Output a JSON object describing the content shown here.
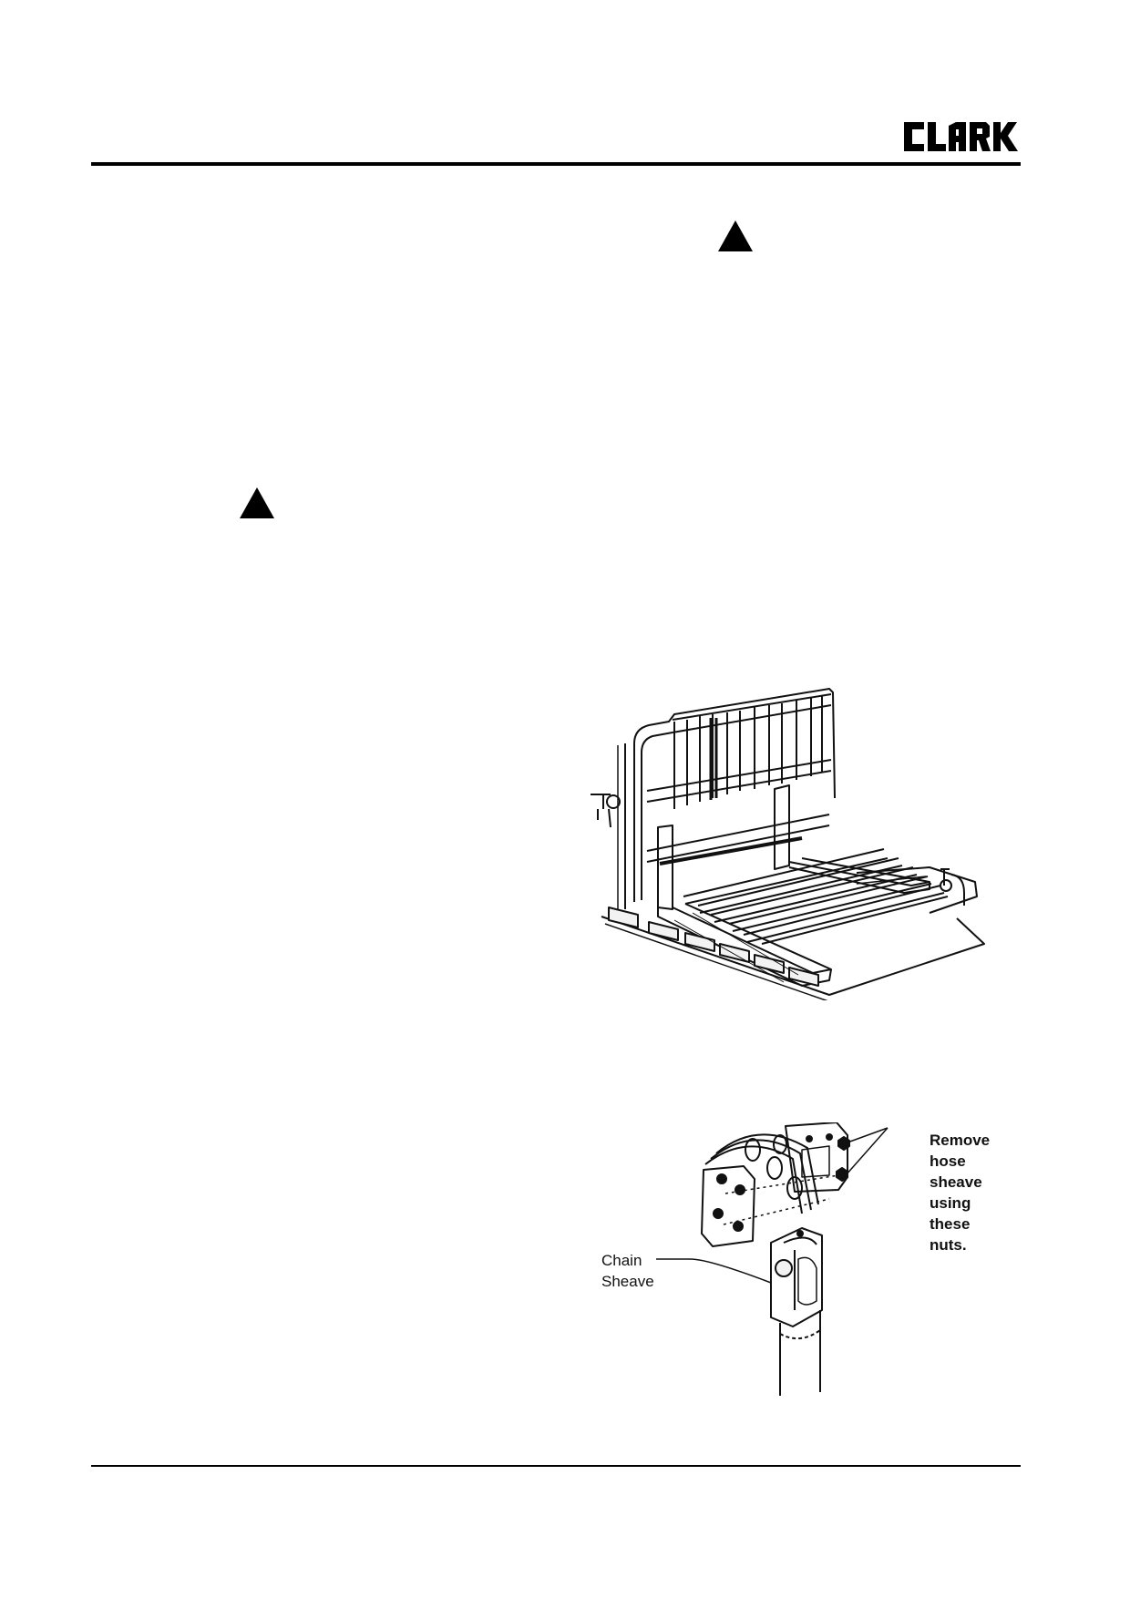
{
  "header": {
    "brand_logo": "CLARK"
  },
  "figures": {
    "pallet": {
      "icon": "fork-carriage-pallet-illustration"
    },
    "sheave": {
      "icon": "mast-sheave-exploded-illustration",
      "callout_remove": "Remove\nhose\nsheave\nusing\nthese\nnuts.",
      "callout_chain": "Chain\nSheave"
    }
  },
  "warnings": [
    {
      "icon": "warning-triangle-icon"
    },
    {
      "icon": "warning-triangle-icon"
    }
  ]
}
